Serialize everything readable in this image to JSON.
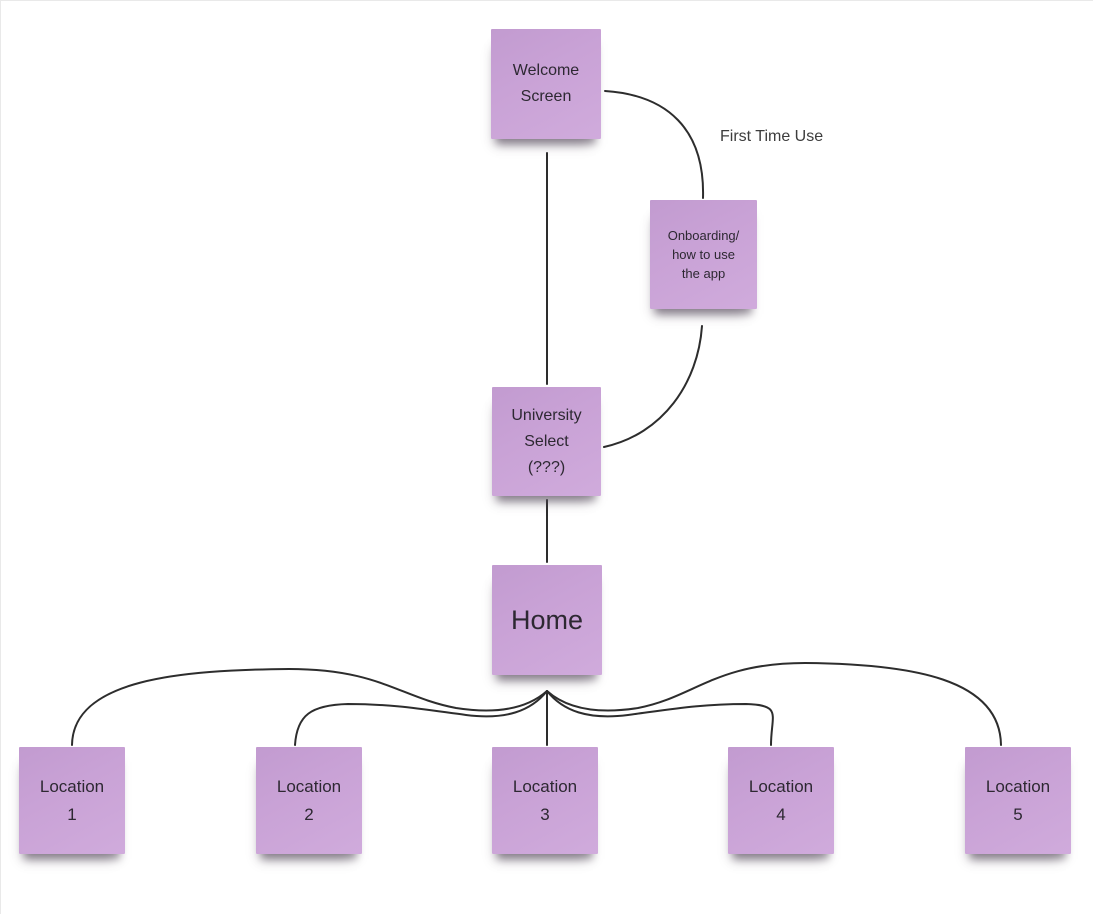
{
  "palette": {
    "note_fill_dark": "#c29bd0",
    "note_fill": "#c9a2d6",
    "note_fill_light": "#d0abdc",
    "note_text": "#2d2832",
    "connector": "#2d2d2d",
    "label_text": "#3d3d3d",
    "board_bg": "#ffffff",
    "board_edge": "#e9e9e9"
  },
  "notes": [
    {
      "id": "welcome-screen",
      "text": "Welcome\nScreen"
    },
    {
      "id": "onboarding",
      "text": "Onboarding/\nhow to use\nthe app"
    },
    {
      "id": "university-select",
      "text": "University\nSelect\n(???)"
    },
    {
      "id": "home",
      "text": "Home"
    },
    {
      "id": "location-1",
      "text": "Location\n1"
    },
    {
      "id": "location-2",
      "text": "Location\n2"
    },
    {
      "id": "location-3",
      "text": "Location\n3"
    },
    {
      "id": "location-4",
      "text": "Location\n4"
    },
    {
      "id": "location-5",
      "text": "Location\n5"
    }
  ],
  "labels": [
    {
      "id": "first-time-use",
      "text": "First Time Use"
    }
  ],
  "connectors": [
    {
      "from": "welcome-screen",
      "to": "university-select"
    },
    {
      "from": "welcome-screen",
      "to": "onboarding",
      "label": "First Time Use"
    },
    {
      "from": "onboarding",
      "to": "university-select"
    },
    {
      "from": "university-select",
      "to": "home"
    },
    {
      "from": "home",
      "to": "location-1"
    },
    {
      "from": "home",
      "to": "location-2"
    },
    {
      "from": "home",
      "to": "location-3"
    },
    {
      "from": "home",
      "to": "location-4"
    },
    {
      "from": "home",
      "to": "location-5"
    }
  ]
}
